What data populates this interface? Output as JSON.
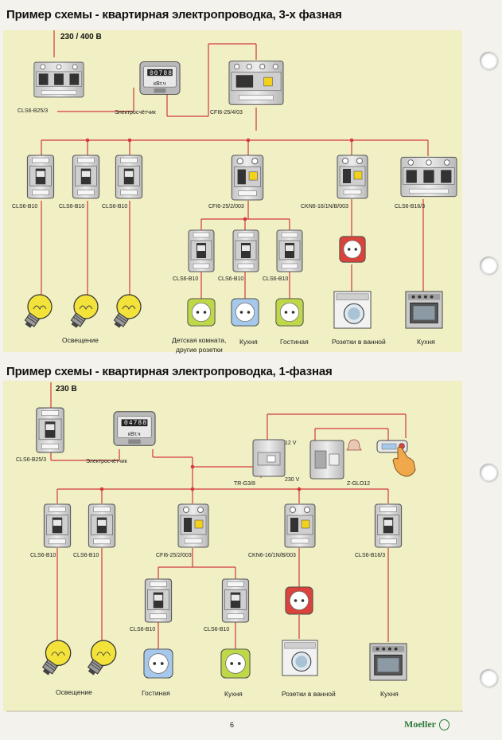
{
  "page_number": "6",
  "logo_text": "Moeller",
  "section1": {
    "title": "Пример схемы - квартирная электропроводка, 3-х фазная",
    "voltage": "230 / 400 В",
    "labels": {
      "main_breaker": "CLS6-B25/3",
      "meter": "Электросчётчик",
      "meter_unit": "кВт.ч",
      "meter_digits": "00788",
      "rcd_main": "CFI6-25/4/03",
      "cls1": "CLS6-B10",
      "cls2": "CLS6-B10",
      "cls3": "CLS6-B10",
      "rcd2": "CFI6-25/2/003",
      "ckn": "CKN6-16/1N/B/003",
      "cls_3p": "CLS6-B16/3",
      "sub1": "CLS6-B10",
      "sub2": "CLS6-B10",
      "sub3": "CLS6-B10"
    },
    "captions": {
      "lighting": "Освещение",
      "kids": "Детская комната,",
      "kids2": "другие розетки",
      "kitchen1": "Кухня",
      "living": "Гостиная",
      "bath": "Розетки в ванной",
      "kitchen2": "Кухня"
    }
  },
  "section2": {
    "title": "Пример схемы - квартирная электропроводка, 1-фазная",
    "voltage": "230 В",
    "labels": {
      "main_breaker": "CLS6-B25/3",
      "meter": "Электросчётчик",
      "meter_unit": "кВт.ч",
      "meter_digits": "04788",
      "v12": "12 V",
      "v230": "230 V",
      "transformer": "TR-G3/8",
      "bell": "Z-GLO12",
      "cls1": "CLS6-B10",
      "cls2": "CLS6-B10",
      "rcd2": "CFI6-25/2/003",
      "ckn": "CKN6-16/1N/B/003",
      "cls_3p": "CLS6-B16/3",
      "sub1": "CLS6-B10",
      "sub2": "CLS6-B10"
    },
    "captions": {
      "lighting": "Освещение",
      "living": "Гостиная",
      "kitchen1": "Кухня",
      "bath": "Розетки в ванной",
      "kitchen2": "Кухня"
    }
  },
  "colors": {
    "wire": "#d23a3a",
    "panel": "#f1efc4",
    "bulb": "#f2e23a",
    "socket_green": "#bfd84a",
    "socket_blue": "#a6c8ea",
    "socket_red": "#d8443c",
    "device": "#d9d9d9"
  }
}
